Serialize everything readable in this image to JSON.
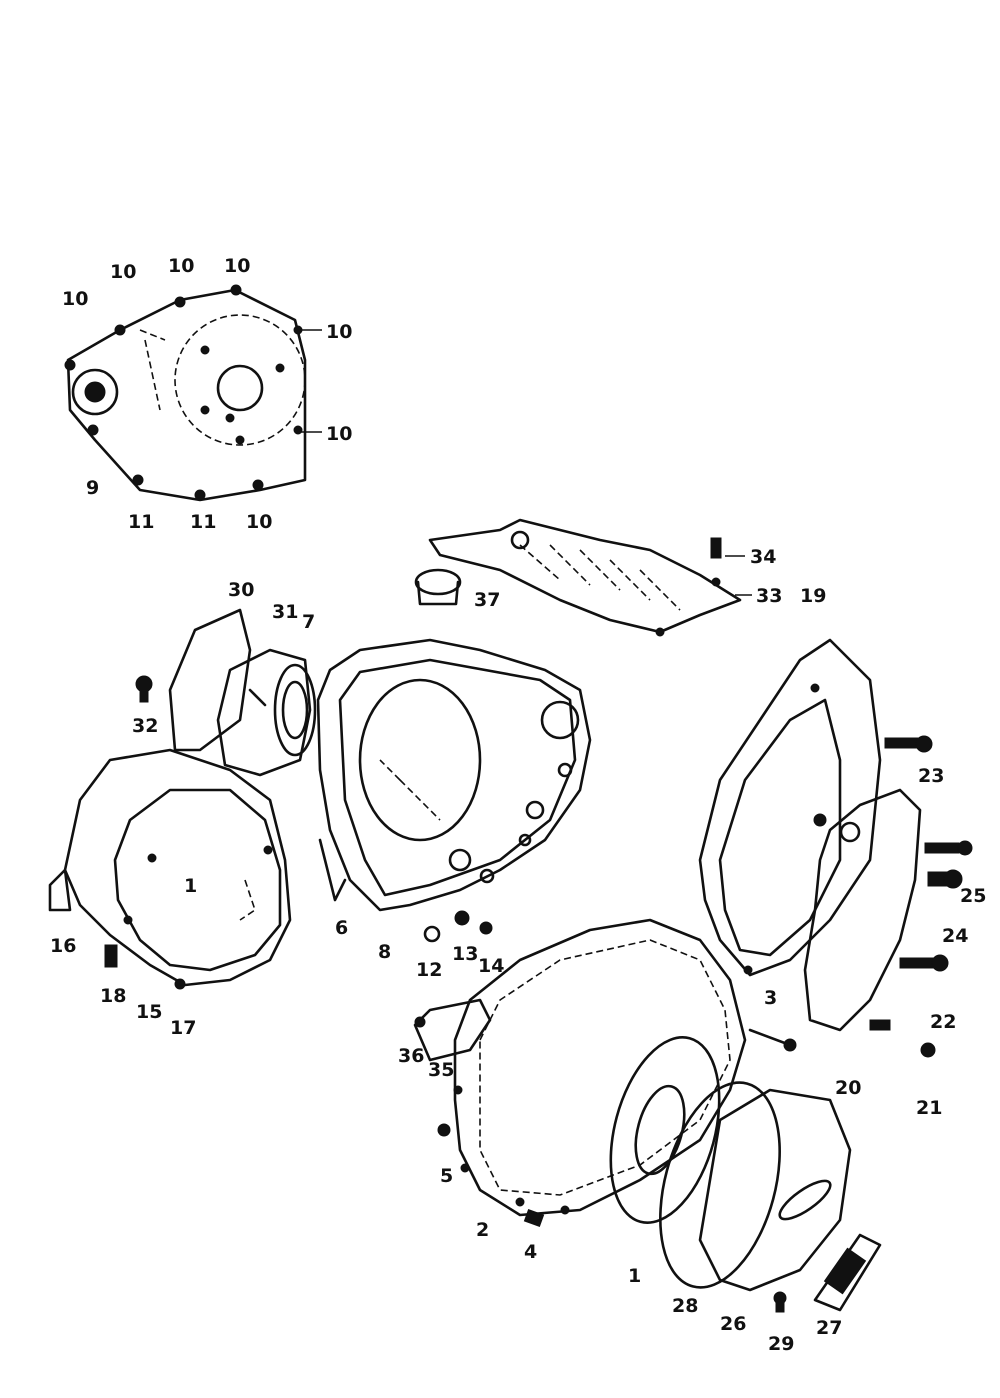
{
  "callouts": {
    "c10a": "10",
    "c10b": "10",
    "c10c": "10",
    "c10d": "10",
    "c10e": "10",
    "c10f": "10",
    "c10g": "10",
    "c9": "9",
    "c11a": "11",
    "c11b": "11",
    "c1": "1",
    "c2": "2",
    "c3": "3",
    "c4": "4",
    "c5": "5",
    "c6": "6",
    "c7": "7",
    "c8": "8",
    "c12": "12",
    "c13": "13",
    "c14": "14",
    "c15": "15",
    "c16": "16",
    "c17": "17",
    "c18": "18",
    "c19": "19",
    "c20": "20",
    "c21": "21",
    "c22": "22",
    "c23": "23",
    "c24": "24",
    "c25": "25",
    "c26": "26",
    "c27": "27",
    "c28": "28",
    "c29": "29",
    "c30": "30",
    "c31": "31",
    "c32": "32",
    "c33": "33",
    "c34": "34",
    "c35": "35",
    "c36": "36",
    "c37": "37",
    "c1b": "1"
  }
}
